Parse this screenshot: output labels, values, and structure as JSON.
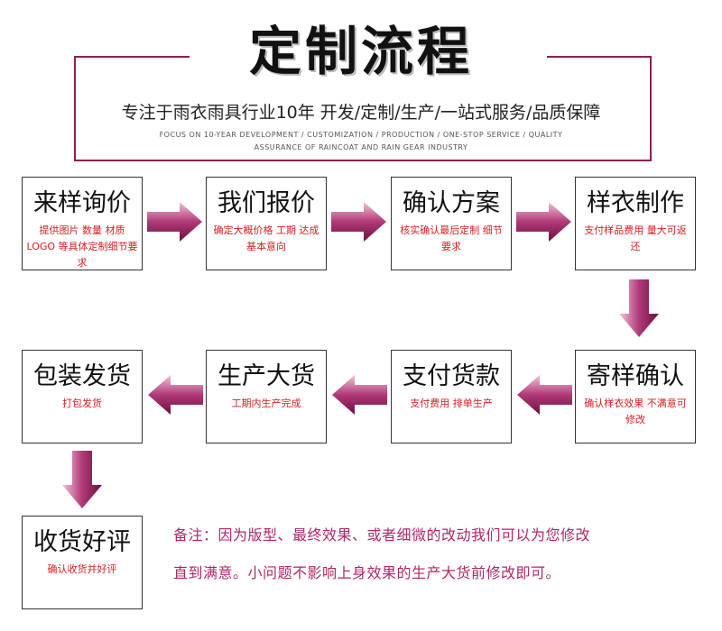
{
  "header": {
    "title": "定制流程",
    "subtitle": "专注于雨衣雨具行业10年    开发/定制/生产/一站式服务/品质保障",
    "english_line1": "FOCUS ON 10-YEAR DEVELOPMENT / CUSTOMIZATION / PRODUCTION / ONE-STOP SERVICE / QUALITY",
    "english_line2": "ASSURANCE OF RAINCOAT AND RAIN GEAR INDUSTRY"
  },
  "steps": [
    {
      "title": "来样询价",
      "desc": "提供图片 数量 材质 LOGO 等具体定制细节要求"
    },
    {
      "title": "我们报价",
      "desc": "确定大概价格 工期 达成基本意向"
    },
    {
      "title": "确认方案",
      "desc": "核实确认最后定制 细节要求"
    },
    {
      "title": "样衣制作",
      "desc": "支付样品费用 量大可返还"
    },
    {
      "title": "寄样确认",
      "desc": "确认样衣效果 不满意可修改"
    },
    {
      "title": "支付货款",
      "desc": "支付费用  排单生产"
    },
    {
      "title": "生产大货",
      "desc": "工期内生产完成"
    },
    {
      "title": "包装发货",
      "desc": "打包发货"
    },
    {
      "title": "收货好评",
      "desc": "确认收货并好评"
    }
  ],
  "note": {
    "line1": "备注：因为版型、最终效果、或者细微的改动我们可以为您修改",
    "line2": "直到满意。小问题不影响上身效果的生产大货前修改即可。"
  },
  "colors": {
    "accent": "#8e1e54",
    "arrow_light": "#e8a7c6",
    "arrow_dark": "#7a1145",
    "desc_text": "#d42020",
    "note_text": "#b0266a"
  },
  "icons": {
    "flow_arrow": "arrow-icon"
  }
}
